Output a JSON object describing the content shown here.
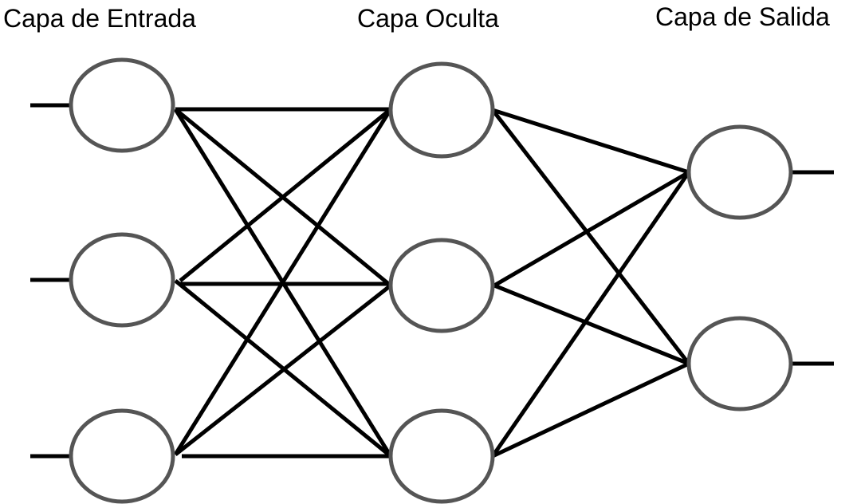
{
  "layers": [
    {
      "title": "Capa de Entrada",
      "nodes": 3
    },
    {
      "title": "Capa Oculta",
      "nodes": 3
    },
    {
      "title": "Capa de Salida",
      "nodes": 2
    }
  ],
  "colors": {
    "node_stroke": "#555555",
    "edge": "#000000",
    "background": "#ffffff"
  }
}
